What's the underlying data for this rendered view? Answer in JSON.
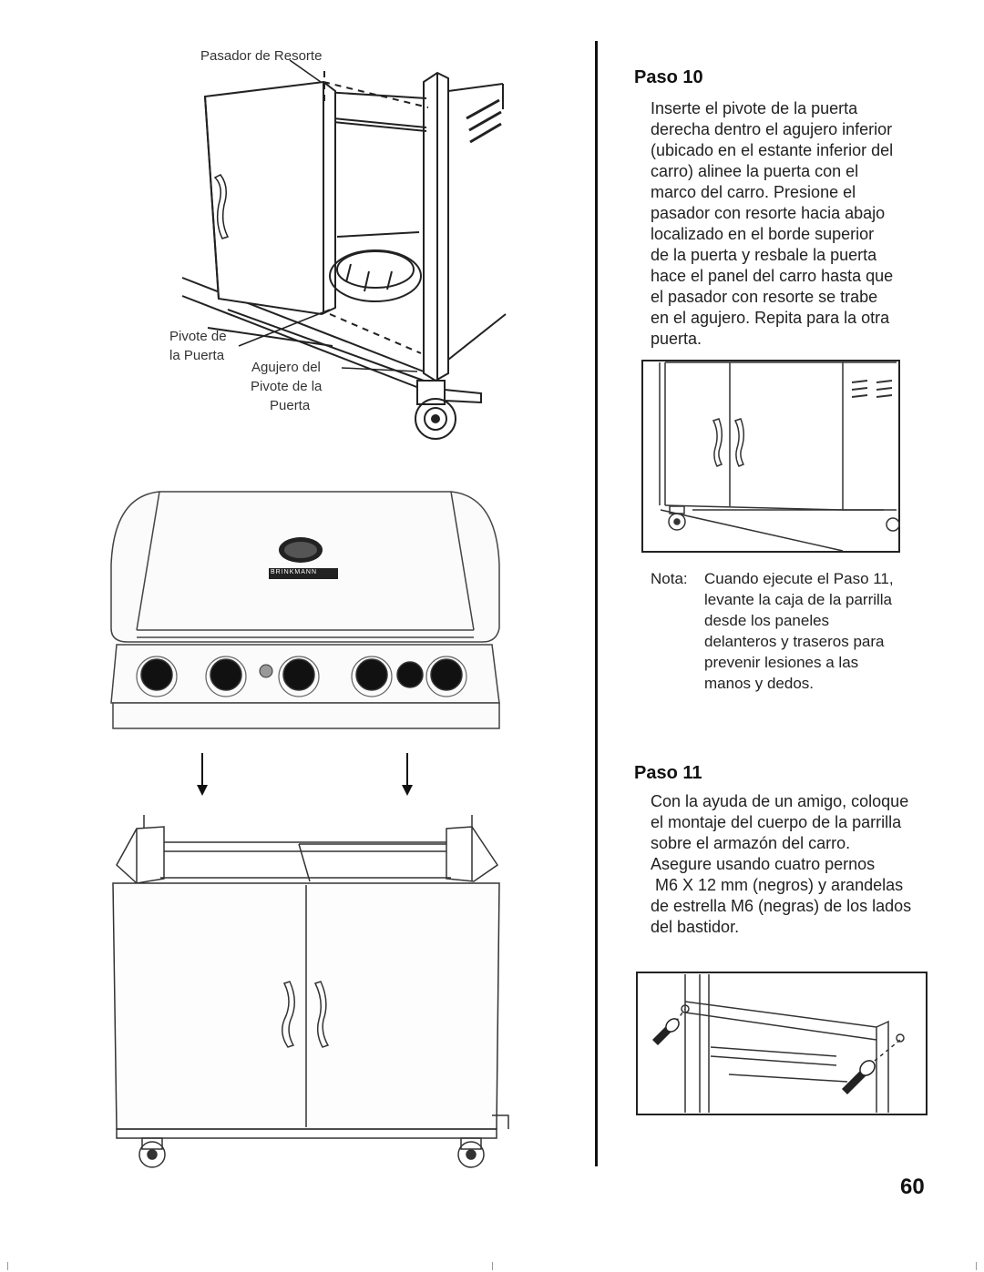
{
  "page_number": "60",
  "left_figure": {
    "label_spring_pin": "Pasador de Resorte",
    "label_door_pivot_line1": "Pivote de",
    "label_door_pivot_line2": "la Puerta",
    "label_pivot_hole_line1": "Agujero del",
    "label_pivot_hole_line2": "Pivote de la",
    "label_pivot_hole_line3": "Puerta",
    "brand": "BRINKMANN"
  },
  "step10": {
    "heading": "Paso 10",
    "lines": [
      "Inserte el pivote de la puerta",
      "derecha dentro el agujero inferior",
      "(ubicado en el estante inferior del",
      "carro) alinee la puerta con el",
      "marco del carro. Presione el",
      "pasador con resorte hacia abajo",
      "localizado en el borde superior",
      "de la puerta y resbale la puerta",
      "hace el panel del carro hasta que",
      "el pasador con resorte se trabe",
      "en el agujero. Repita para la otra",
      "puerta."
    ]
  },
  "note": {
    "label": "Nota:",
    "lines": [
      "Cuando ejecute el Paso 11,",
      "levante la caja de la parrilla",
      "desde los paneles",
      "delanteros y traseros para",
      "prevenir lesiones a las",
      "manos y dedos."
    ]
  },
  "step11": {
    "heading": "Paso 11",
    "lines": [
      "Con la ayuda de un amigo, coloque",
      "el montaje del cuerpo de la parrilla",
      "sobre el armazón del carro.",
      "Asegure usando cuatro pernos",
      " M6 X 12 mm (negros) y arandelas",
      "de estrella M6 (negras) de los lados",
      "del bastidor."
    ]
  }
}
